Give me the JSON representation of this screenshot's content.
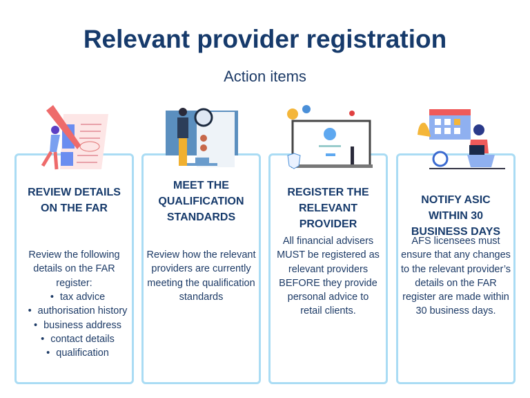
{
  "title": "Relevant provider registration",
  "subtitle": "Action items",
  "cards": [
    {
      "title": "REVIEW DETAILS ON THE FAR",
      "body": "Review the following details on the FAR register:",
      "bullets": [
        "tax advice",
        "authorisation history",
        "business address",
        "contact details",
        "qualification"
      ],
      "icon": "pencil-document-icon"
    },
    {
      "title": "MEET THE QUALIFICATION STANDARDS",
      "body": "Review how the relevant providers are currently meeting the qualification standards",
      "icon": "magnifier-profiles-icon"
    },
    {
      "title": "REGISTER THE RELEVANT PROVIDER",
      "body": "All financial advisers MUST be registered as relevant providers BEFORE they provide personal advice to retail clients.",
      "icon": "registration-screen-icon"
    },
    {
      "title": "NOTIFY ASIC WITHIN 30 BUSINESS DAYS",
      "body": "AFS licensees must ensure that any changes to the relevant provider’s details on the FAR register are made within 30 business days.",
      "icon": "calendar-alarm-icon"
    }
  ],
  "colors": {
    "title": "#163a6b",
    "border": "#aadcf4"
  }
}
